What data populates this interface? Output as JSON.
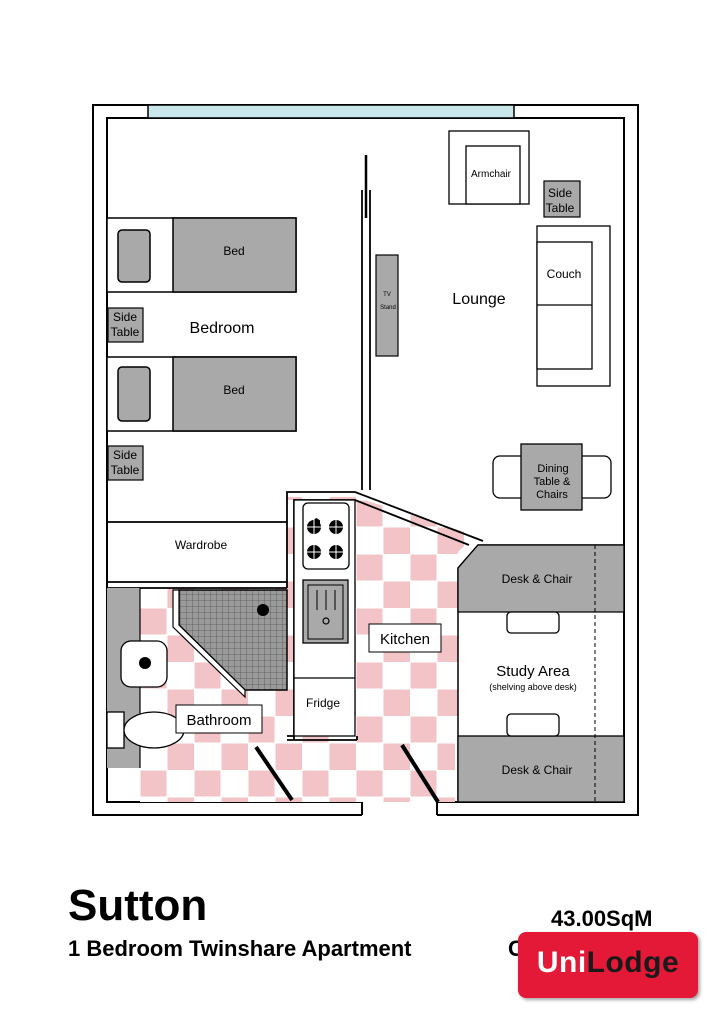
{
  "plan": {
    "name": "Sutton",
    "type": "1 Bedroom Twinshare Apartment",
    "area": "43.00SqM",
    "clipped_text": "C",
    "logo": {
      "part1": "Uni",
      "part2": "Lodge"
    }
  },
  "labels": {
    "bed1": "Bed",
    "bed2": "Bed",
    "side_table_1a": "Side",
    "side_table_1b": "Table",
    "side_table_2a": "Side",
    "side_table_2b": "Table",
    "side_table_3a": "Side",
    "side_table_3b": "Table",
    "bedroom": "Bedroom",
    "wardrobe": "Wardrobe",
    "armchair": "Armchair",
    "couch": "Couch",
    "lounge": "Lounge",
    "tv_stand_a": "TV",
    "tv_stand_b": "Stand",
    "dining_a": "Dining",
    "dining_b": "Table &",
    "dining_c": "Chairs",
    "desk_top": "Desk & Chair",
    "desk_bottom": "Desk & Chair",
    "study_area": "Study Area",
    "shelving": "(shelving above desk)",
    "kitchen": "Kitchen",
    "fridge": "Fridge",
    "bathroom": "Bathroom"
  },
  "colors": {
    "wall": "#000000",
    "furniture": "#a9a9a9",
    "tile_pink": "#f2c4c8",
    "window": "#c9e6ea",
    "brand_red": "#e31937"
  }
}
